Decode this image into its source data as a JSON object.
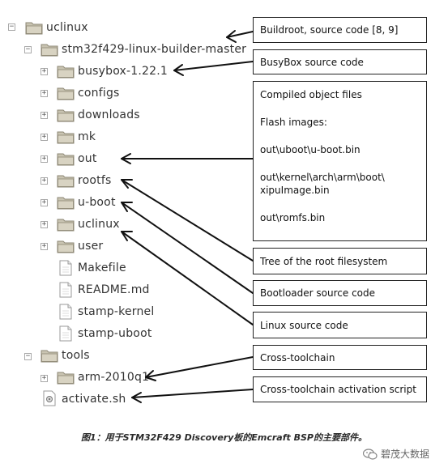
{
  "tree": {
    "root": "uclinux",
    "project": "stm32f429-linux-builder-master",
    "children": [
      "busybox-1.22.1",
      "configs",
      "downloads",
      "mk",
      "out",
      "rootfs",
      "u-boot",
      "uclinux",
      "user"
    ],
    "files": [
      "Makefile",
      "README.md",
      "stamp-kernel",
      "stamp-uboot"
    ],
    "tools": "tools",
    "tools_child": "arm-2010q1",
    "activate": "activate.sh"
  },
  "callouts": {
    "buildroot": "Buildroot, source code [8, 9]",
    "busybox": "BusyBox source code",
    "compiled": {
      "line1": "Compiled object files",
      "line2": "Flash images:",
      "line3": "out\\uboot\\u-boot.bin",
      "line4a": "out\\kernel\\arch\\arm\\boot\\",
      "line4b": "xipuImage.bin",
      "line5": "out\\romfs.bin"
    },
    "tree_root": "Tree of the root filesystem",
    "bootloader": "Bootloader source code",
    "linux": "Linux source code",
    "toolchain": "Cross-toolchain",
    "toolchain_script": "Cross-toolchain activation script"
  },
  "caption": "图1：用于STM32F429 Discovery板的Emcraft BSP的主要部件。",
  "watermark": "碧茂大数据",
  "icons": {
    "folder": "folder-icon",
    "file": "file-icon",
    "script": "script-file-icon",
    "expander": "tree-expander-icon"
  },
  "colors": {
    "folder_fill": "#c9c4b2",
    "folder_stroke": "#8d8774",
    "box_border": "#222222"
  }
}
